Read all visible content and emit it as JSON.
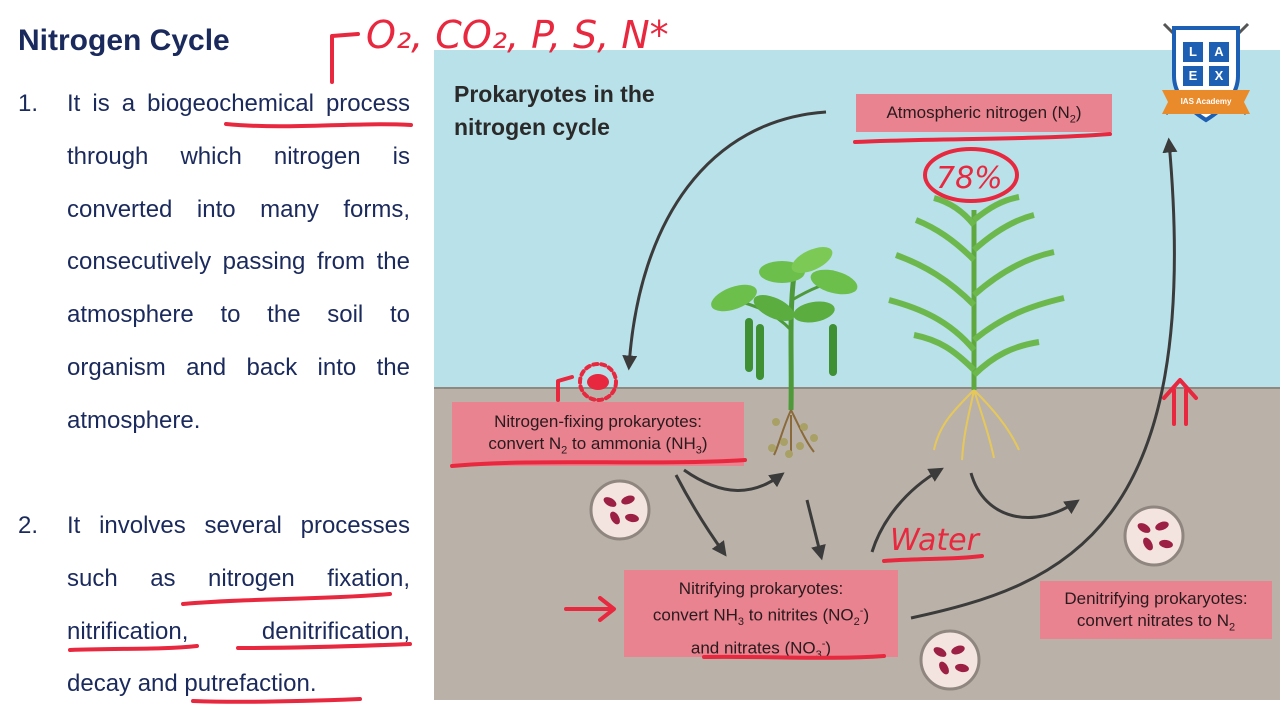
{
  "slide": {
    "title": "Nitrogen Cycle"
  },
  "points": [
    {
      "num": "1.",
      "before": "It is a ",
      "term": "biogeochemical",
      "after": " process through which nitrogen is converted into many forms, consecutively passing from the atmosphere to the soil to organism and back into the atmosphere."
    },
    {
      "num": "2.",
      "before": "It involves several processes such as ",
      "t1": "nitrogen fixation",
      "s1": ", ",
      "t2": "nitrification",
      "s2": ", ",
      "t3": "denitrification",
      "s3": ", decay and ",
      "t4": "putrefaction",
      "s4": "."
    }
  ],
  "diagram": {
    "title_line1": "Prokaryotes in the",
    "title_line2": "nitrogen cycle",
    "atmospheric": {
      "text": "Atmospheric nitrogen (N",
      "sub": "2",
      "end": ")"
    },
    "fixing": {
      "line1": "Nitrogen-fixing prokaryotes:",
      "line2a": "convert N",
      "line2sub": "2",
      "line2b": " to ammonia (NH",
      "line2sub2": "3",
      "line2c": ")"
    },
    "nitrifying": {
      "line1": "Nitrifying prokaryotes:",
      "line2a": "convert NH",
      "line2sub": "3",
      "line2b": " to nitrites (NO",
      "line2sub2": "2",
      "line2sup": "-",
      "line2c": ")",
      "line3a": "and nitrates (NO",
      "line3sub": "3",
      "line3sup": "-",
      "line3c": ")"
    },
    "denitrifying": {
      "line1": "Denitrifying prokaryotes:",
      "line2a": "convert nitrates to N",
      "line2sub": "2"
    },
    "colors": {
      "sky": "#b9e1e9",
      "soil": "#bab2a8",
      "label": "#e8838f",
      "ink": "#e8283e",
      "text": "#1b2a5c"
    }
  },
  "annotations": {
    "gases": "O₂, CO₂, P, S, N*",
    "percent": "78%",
    "water": "Water"
  },
  "logo": {
    "letters": [
      "L",
      "A",
      "E",
      "X"
    ],
    "ribbon": "IAS Academy"
  }
}
